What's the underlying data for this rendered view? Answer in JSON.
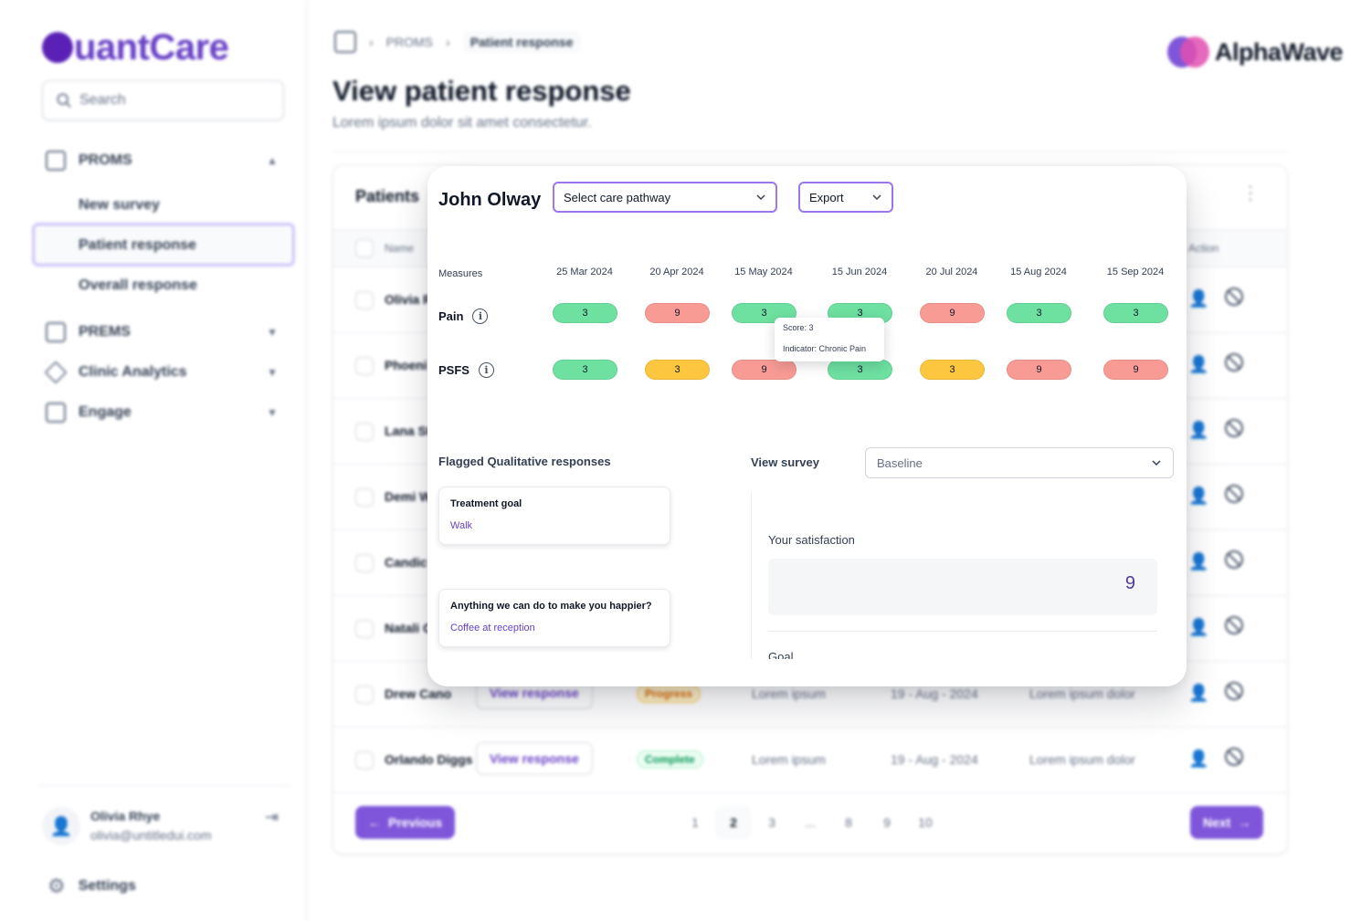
{
  "app": {
    "logo": "uantCare",
    "search_placeholder": "Search",
    "brand": "AlphaWave"
  },
  "sidebar": {
    "proms": "PROMS",
    "proms_items": [
      "New survey",
      "Patient response",
      "Overall response"
    ],
    "prems": "PREMS",
    "clinic": "Clinic Analytics",
    "engage": "Engage",
    "user_name": "Olivia Rhye",
    "user_email": "olivia@untitledui.com",
    "settings": "Settings"
  },
  "header": {
    "crumb_1": "PROMS",
    "crumb_2": "Patient response",
    "title": "View patient response",
    "subtitle": "Lorem ipsum dolor sit amet consectetur."
  },
  "table": {
    "title": "Patients",
    "col_name": "Name",
    "col_action": "Action",
    "rows": [
      {
        "name": "Olivia R"
      },
      {
        "name": "Phoeni"
      },
      {
        "name": "Lana St"
      },
      {
        "name": "Demi W"
      },
      {
        "name": "Candic"
      },
      {
        "name": "Natali C"
      },
      {
        "name": "Drew Cano",
        "view": "View response",
        "badge": "Progress",
        "c1": "Lorem ipsum",
        "c2": "19 - Aug - 2024",
        "c3": "Lorem ipsum dolor"
      },
      {
        "name": "Orlando Diggs",
        "view": "View response",
        "badge": "Complete",
        "c1": "Lorem ipsum",
        "c2": "19 - Aug - 2024",
        "c3": "Lorem ipsum dolor"
      }
    ],
    "prev": "Previous",
    "next": "Next",
    "pages": [
      "1",
      "2",
      "3",
      "...",
      "8",
      "9",
      "10"
    ],
    "current_page": "2"
  },
  "modal": {
    "patient": "John Olway",
    "pathway_select": "Select care pathway",
    "export": "Export",
    "measures_label": "Measures",
    "dates": [
      "25 Mar 2024",
      "20 Apr 2024",
      "15 May 2024",
      "15 Jun 2024",
      "20 Jul 2024",
      "15 Aug 2024",
      "15 Sep 2024"
    ],
    "measures": [
      {
        "name": "Pain",
        "scores": [
          "3",
          "9",
          "3",
          "3",
          "9",
          "3",
          "3"
        ]
      },
      {
        "name": "PSFS",
        "scores": [
          "3",
          "3",
          "9",
          "3",
          "3",
          "9",
          "9"
        ]
      }
    ],
    "tooltip": {
      "score": "Score: 3",
      "indicator": "Indicator: Chronic Pain"
    },
    "flagged_title": "Flagged Qualitative responses",
    "flagged": [
      {
        "q": "Treatment goal",
        "a": "Walk"
      },
      {
        "q": "Anything we can do to make you happier?",
        "a": "Coffee at reception"
      }
    ],
    "view_survey_label": "View survey",
    "view_survey_value": "Baseline",
    "satisfaction_label": "Your satisfaction",
    "satisfaction_value": "9",
    "goal_label": "Goal"
  },
  "colors": {
    "accent": "#7f56d9",
    "score_low": "#6ee0a0",
    "score_mid": "#fcc63f",
    "score_high": "#f99b95"
  }
}
